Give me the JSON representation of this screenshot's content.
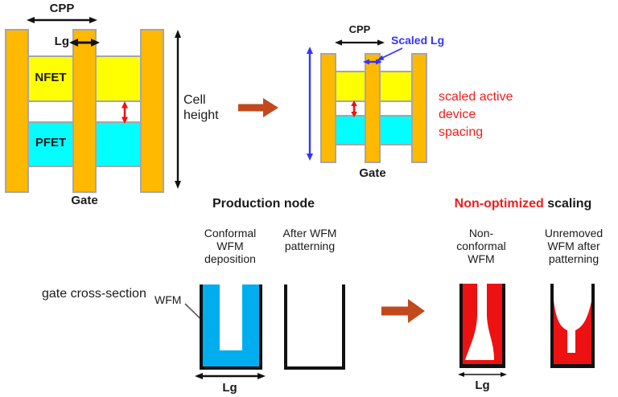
{
  "colors": {
    "gate_orange": "#FFB900",
    "outline_gray": "#A6A6A6",
    "nfet_yellow": "#FFFF00",
    "pfet_cyan": "#00FFFF",
    "wfm_blue": "#00AEEF",
    "alert_red": "#EE1111",
    "accent_blue": "#3333FF",
    "arrow_brown": "#C2491D"
  },
  "top_left": {
    "cpp": "CPP",
    "lg": "Lg",
    "nfet": "NFET",
    "pfet": "PFET",
    "cell_height": "Cell height",
    "gate": "Gate"
  },
  "top_right": {
    "cpp": "CPP",
    "scaled_lg": "Scaled Lg",
    "gate": "Gate",
    "note": "scaled active device spacing"
  },
  "bottom": {
    "row_label": "gate cross-section",
    "production_heading": "Production node",
    "conformal_label": "Conformal WFM deposition",
    "after_label": "After WFM patterning",
    "wfm": "WFM",
    "lg": "Lg",
    "nonopt_heading_red": "Non-optimized",
    "nonopt_heading_rest": " scaling",
    "nonconformal_label": "Non-conformal WFM",
    "unremoved_label": "Unremoved WFM after patterning",
    "lg2": "Lg"
  }
}
